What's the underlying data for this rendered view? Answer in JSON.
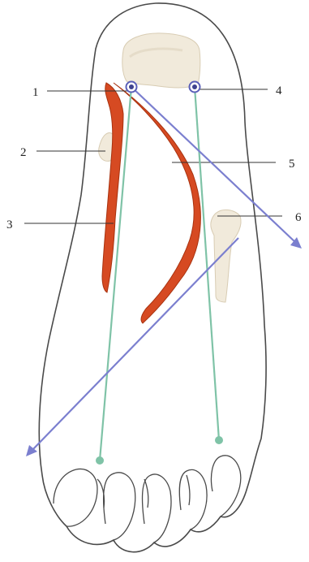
{
  "labels": {
    "l1": "1",
    "l2": "2",
    "l3": "3",
    "l4": "4",
    "l5": "5",
    "l6": "6"
  },
  "colors": {
    "outline": "#4a4a4a",
    "bone_fill": "#f1eadb",
    "bone_shade": "#ddd2bd",
    "tendon": "#d64a22",
    "tendon_dark": "#a8320f",
    "axis_line": "#7fc3a7",
    "arrow": "#7b7fcf",
    "pin": "#5a5fb8",
    "leader": "#333333"
  }
}
